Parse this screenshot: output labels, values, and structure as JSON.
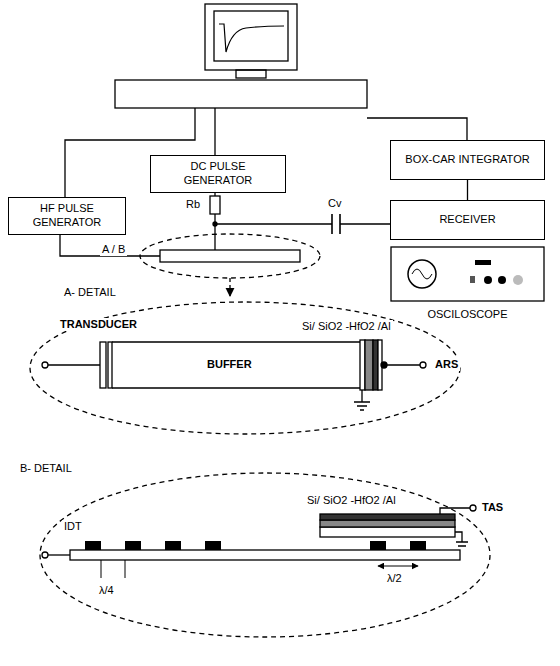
{
  "diagram": {
    "nodes": [
      {
        "text": [
          "HF PULSE GENERATOR"
        ]
      },
      {
        "text": [
          "DC PULSE GENERATOR"
        ]
      },
      {
        "text": [
          "BOX-CAR INTEGRATOR"
        ]
      },
      {
        "text": [
          "RECEIVER"
        ]
      },
      {
        "text": [
          "OSCILOSCOPE"
        ]
      }
    ],
    "edges": [
      {
        "from": 2,
        "to": 3,
        "arrow": "none"
      }
    ],
    "labels": [
      "Rb",
      "Cv",
      "A / B",
      "A- DETAIL",
      "TRANSDUCER",
      "BUFFER",
      "Si/ SiO2 -HfO2 /Al",
      "ARS",
      "B- DETAIL",
      "IDT",
      "Si/ SiO2 -HfO2 /Al",
      "TAS",
      "λ/4",
      "λ/2"
    ]
  }
}
